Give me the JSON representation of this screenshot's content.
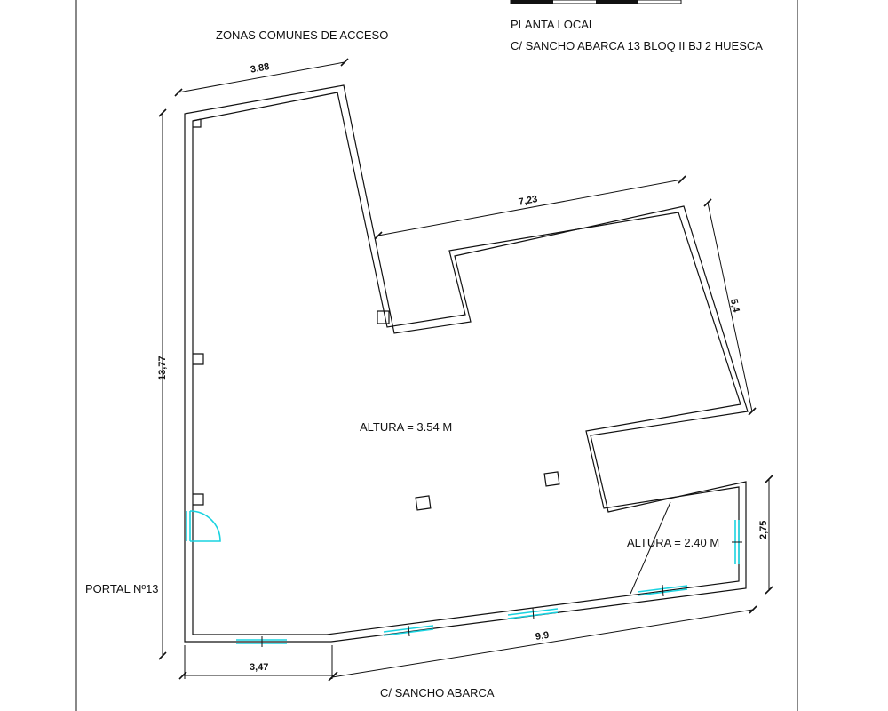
{
  "labels": {
    "top_zone": "ZONAS COMUNES DE ACCESO",
    "plan_title": "PLANTA LOCAL",
    "address": "C/ SANCHO ABARCA 13 BLOQ II BJ 2  HUESCA",
    "height_main": "ALTURA = 3.54 M",
    "height_low": "ALTURA = 2.40 M",
    "portal": "PORTAL Nº13",
    "street": "C/ SANCHO ABARCA"
  },
  "dimensions": {
    "top": "3,88",
    "upper": "7,23",
    "right": "5,4",
    "left": "13,77",
    "right_small": "2,75",
    "bottom_right": "9,9",
    "bottom_left": "3,47"
  },
  "colors": {
    "line": "#111111",
    "glazing": "#19d3e0"
  }
}
